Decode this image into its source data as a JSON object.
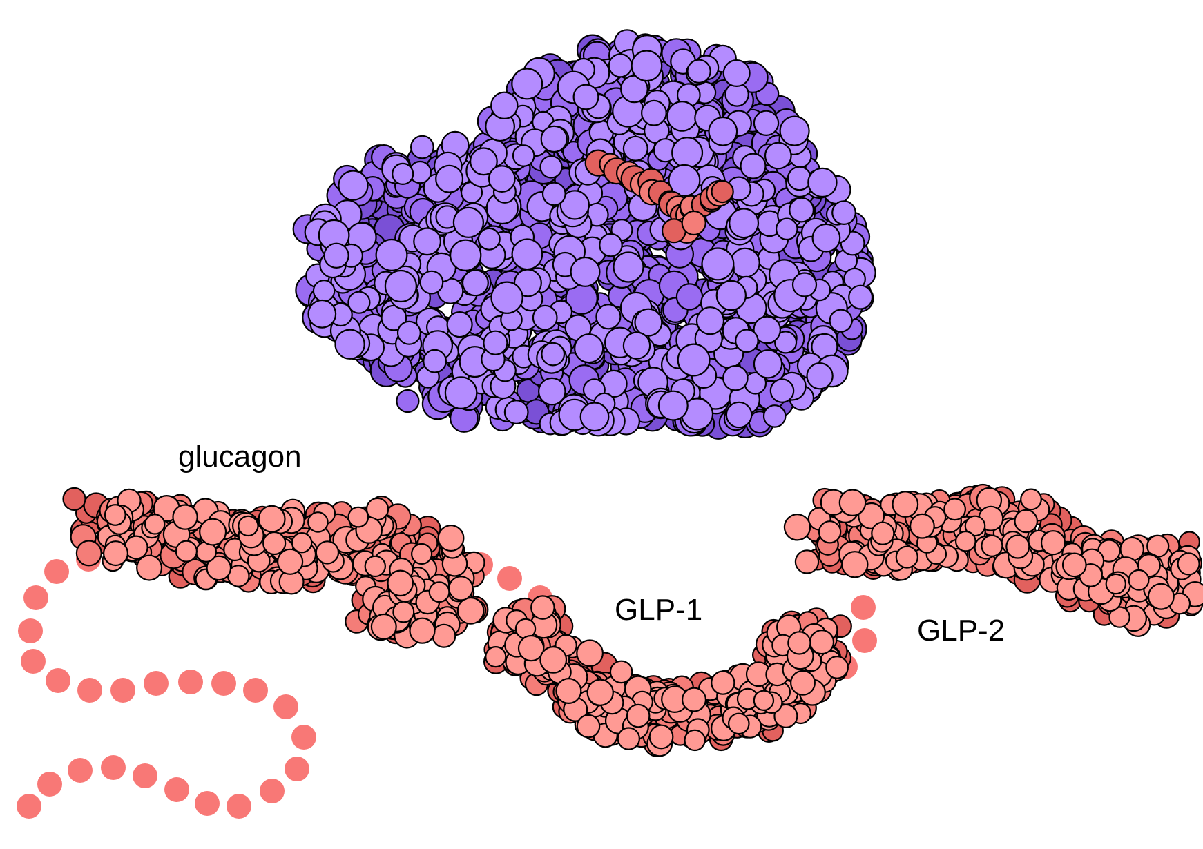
{
  "labels": {
    "glucagon": "glucagon",
    "glp1": "GLP-1",
    "glp2": "GLP-2"
  },
  "colors": {
    "enzyme_light": "#b48cff",
    "enzyme_mid": "#9a6cf2",
    "enzyme_dark": "#7a50d6",
    "peptide_light": "#ff9a94",
    "peptide_mid": "#f47d78",
    "peptide_dark": "#e2615e",
    "linker": "#f87876",
    "outline": "#000000",
    "background": "#ffffff"
  },
  "icons": {
    "enzyme": "spacefill-protein-molecule",
    "peptides": "spacefill-peptide-molecules",
    "linker": "unstructured-chain-dots"
  }
}
